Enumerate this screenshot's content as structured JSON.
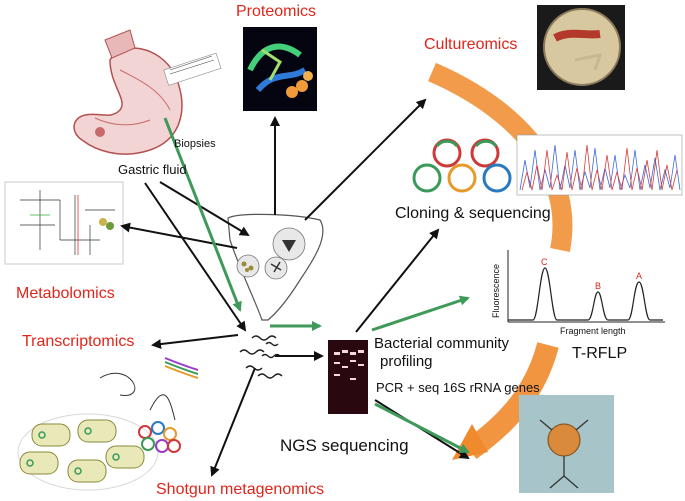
{
  "colors": {
    "title_red": "#e0251b",
    "arrow_black": "#111111",
    "arrow_green": "#3f9a5a",
    "arrow_orange": "#f08a2c",
    "tissue_pink": "#d98a8a"
  },
  "labels": {
    "proteomics": "Proteomics",
    "cultureomics": "Cultureomics",
    "metabolomics": "Metabolomics",
    "transcriptomics": "Transcriptomics",
    "shotgun": "Shotgun metagenomics",
    "biopsies": "Biopsies",
    "gastric_fluid": "Gastric fluid",
    "cloning": "Cloning & sequencing",
    "trflp": "T-RFLP",
    "bacterial_profiling_1": "Bacterial community",
    "bacterial_profiling_2": "profiling",
    "pcr": "PCR + seq 16S rRNA genes",
    "ngs": "NGS sequencing"
  },
  "trflp_chart": {
    "ylabel": "Fluorescence",
    "xlabel": "Fragment length",
    "peaks": [
      "C",
      "B",
      "A"
    ]
  },
  "icons": [
    "stomach-icon",
    "protein-structure-icon",
    "petri-dish-icon",
    "metabolic-network-icon",
    "sample-tube-icon",
    "gel-electrophoresis-icon",
    "plasmid-clones-icon",
    "sequencing-trace-icon",
    "bacteria-culture-icon",
    "phage-icon"
  ]
}
